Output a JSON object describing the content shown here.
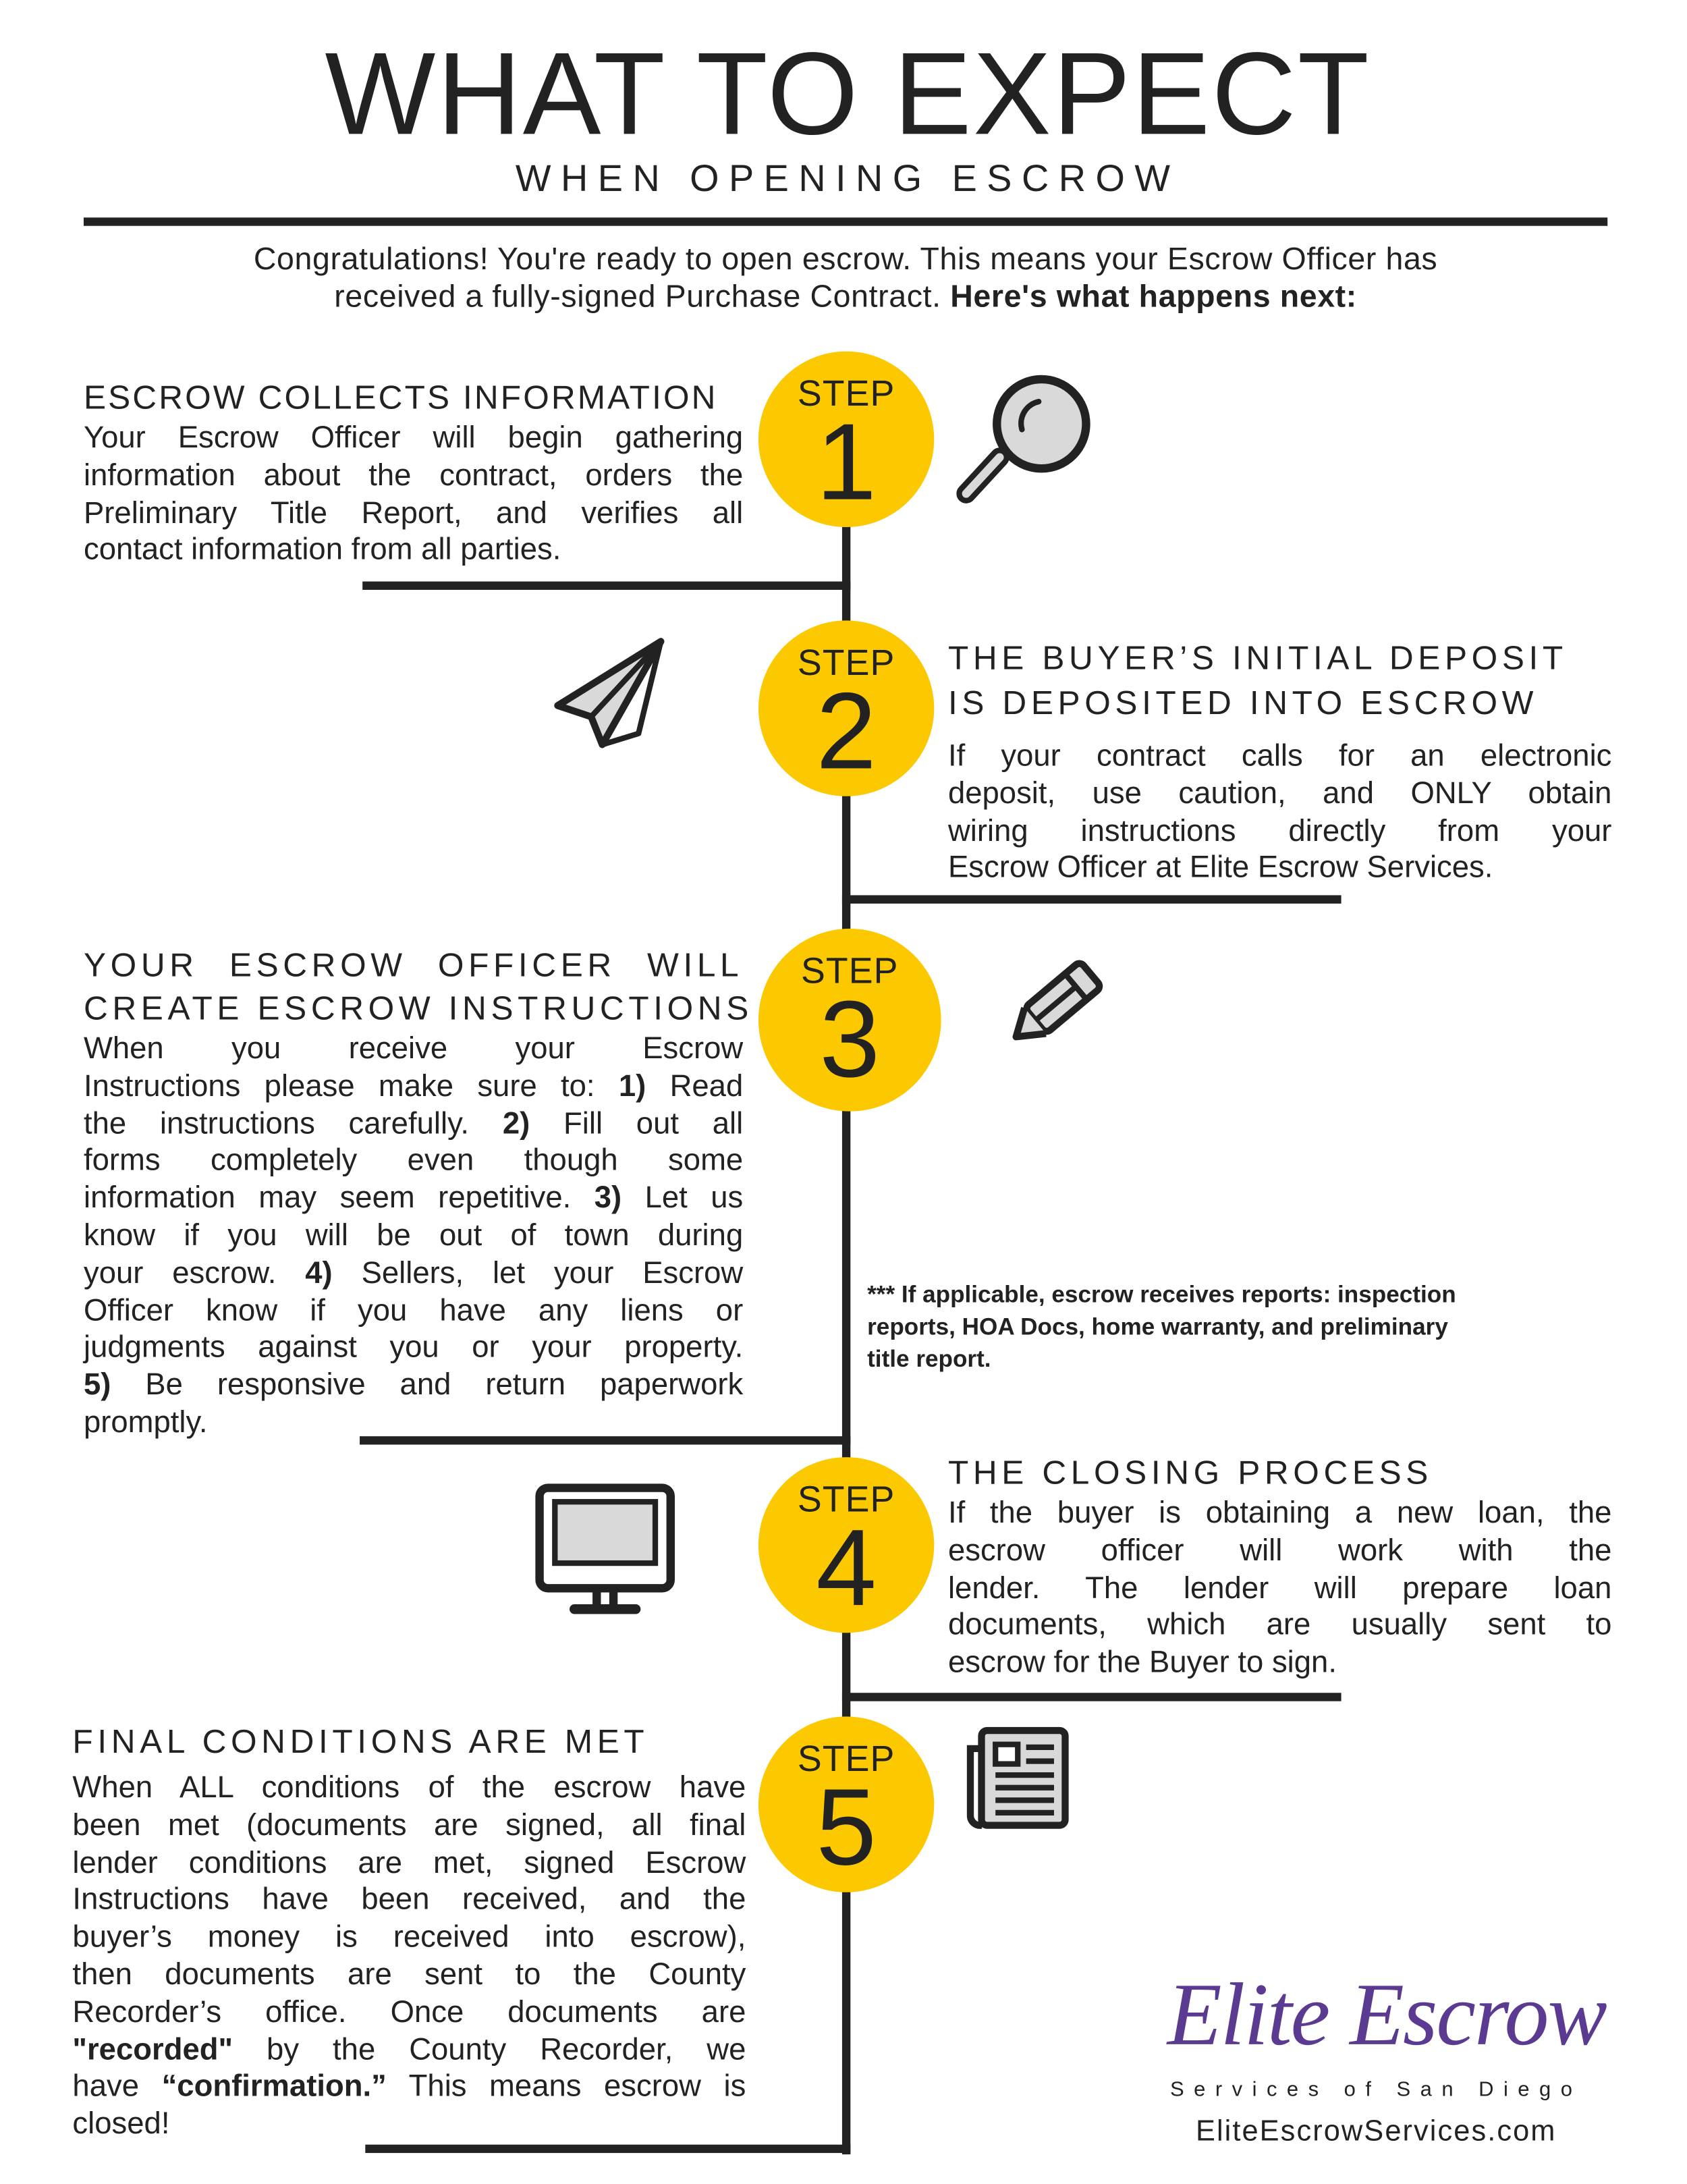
{
  "header": {
    "title": "WHAT TO EXPECT",
    "subtitle": "WHEN OPENING ESCROW"
  },
  "intro": {
    "line1": "Congratulations! You're ready to open escrow. This means your Escrow Officer has",
    "line2_regular": "received a fully-signed Purchase Contract. ",
    "line2_bold": "Here's what happens next:"
  },
  "colors": {
    "accent": "#fcc800",
    "ink": "#222222",
    "brand": "#5b3a91",
    "icon_fill": "#d9d9d9"
  },
  "steps": [
    {
      "label": "STEP",
      "number": "1",
      "icon": "magnifying-glass-icon",
      "heading": [
        "ESCROW COLLECTS INFORMATION"
      ],
      "body": [
        "Your Escrow Officer will begin gathering",
        "information about the contract, orders the",
        "Preliminary Title Report, and verifies all",
        "contact information from all parties."
      ]
    },
    {
      "label": "STEP",
      "number": "2",
      "icon": "paper-plane-icon",
      "heading": [
        "THE BUYER’S INITIAL DEPOSIT",
        "IS DEPOSITED INTO ESCROW"
      ],
      "body": [
        "If your contract calls for an electronic",
        "deposit, use caution, and ONLY obtain",
        "wiring instructions directly from your",
        "Escrow Officer at Elite Escrow Services."
      ]
    },
    {
      "label": "STEP",
      "number": "3",
      "icon": "pencil-icon",
      "heading": [
        "YOUR ESCROW OFFICER WILL",
        "CREATE ESCROW INSTRUCTIONS"
      ],
      "body": [
        "When you receive your Escrow",
        "Instructions please make sure to: **1)** Read",
        "the instructions carefully. **2)** Fill out all",
        "forms completely even though some",
        "information may seem repetitive. **3)** Let us",
        "know if you will be out of town during",
        "your escrow. **4)** Sellers, let your Escrow",
        "Officer know if you have any liens or",
        "judgments against you or your property.",
        "**5)** Be responsive and return paperwork",
        "promptly."
      ]
    },
    {
      "label": "STEP",
      "number": "4",
      "icon": "monitor-icon",
      "heading": [
        "THE CLOSING PROCESS"
      ],
      "body": [
        "If the buyer is obtaining a new loan, the",
        "escrow officer will work with the",
        "lender. The lender will prepare loan",
        "documents, which are usually sent to",
        "escrow for the Buyer to sign."
      ]
    },
    {
      "label": "STEP",
      "number": "5",
      "icon": "newspaper-icon",
      "heading": [
        "FINAL CONDITIONS ARE MET"
      ],
      "body": [
        "When ALL conditions of the escrow have",
        "been met (documents are signed, all final",
        "lender conditions are met, signed Escrow",
        "Instructions have been received, and the",
        "buyer’s money is received into escrow),",
        "then documents are sent to the County",
        "Recorder’s office. Once documents are",
        "**\"recorded\"** by the County Recorder, we",
        "have **“confirmation.”** This means escrow is",
        "closed!"
      ]
    }
  ],
  "note": [
    "*** If applicable, escrow receives reports: inspection",
    "reports, HOA Docs, home warranty, and preliminary",
    "title report."
  ],
  "logo": {
    "script": "Elite Escrow",
    "tagline": "Services of San Diego",
    "url": "EliteEscrowServices.com"
  }
}
